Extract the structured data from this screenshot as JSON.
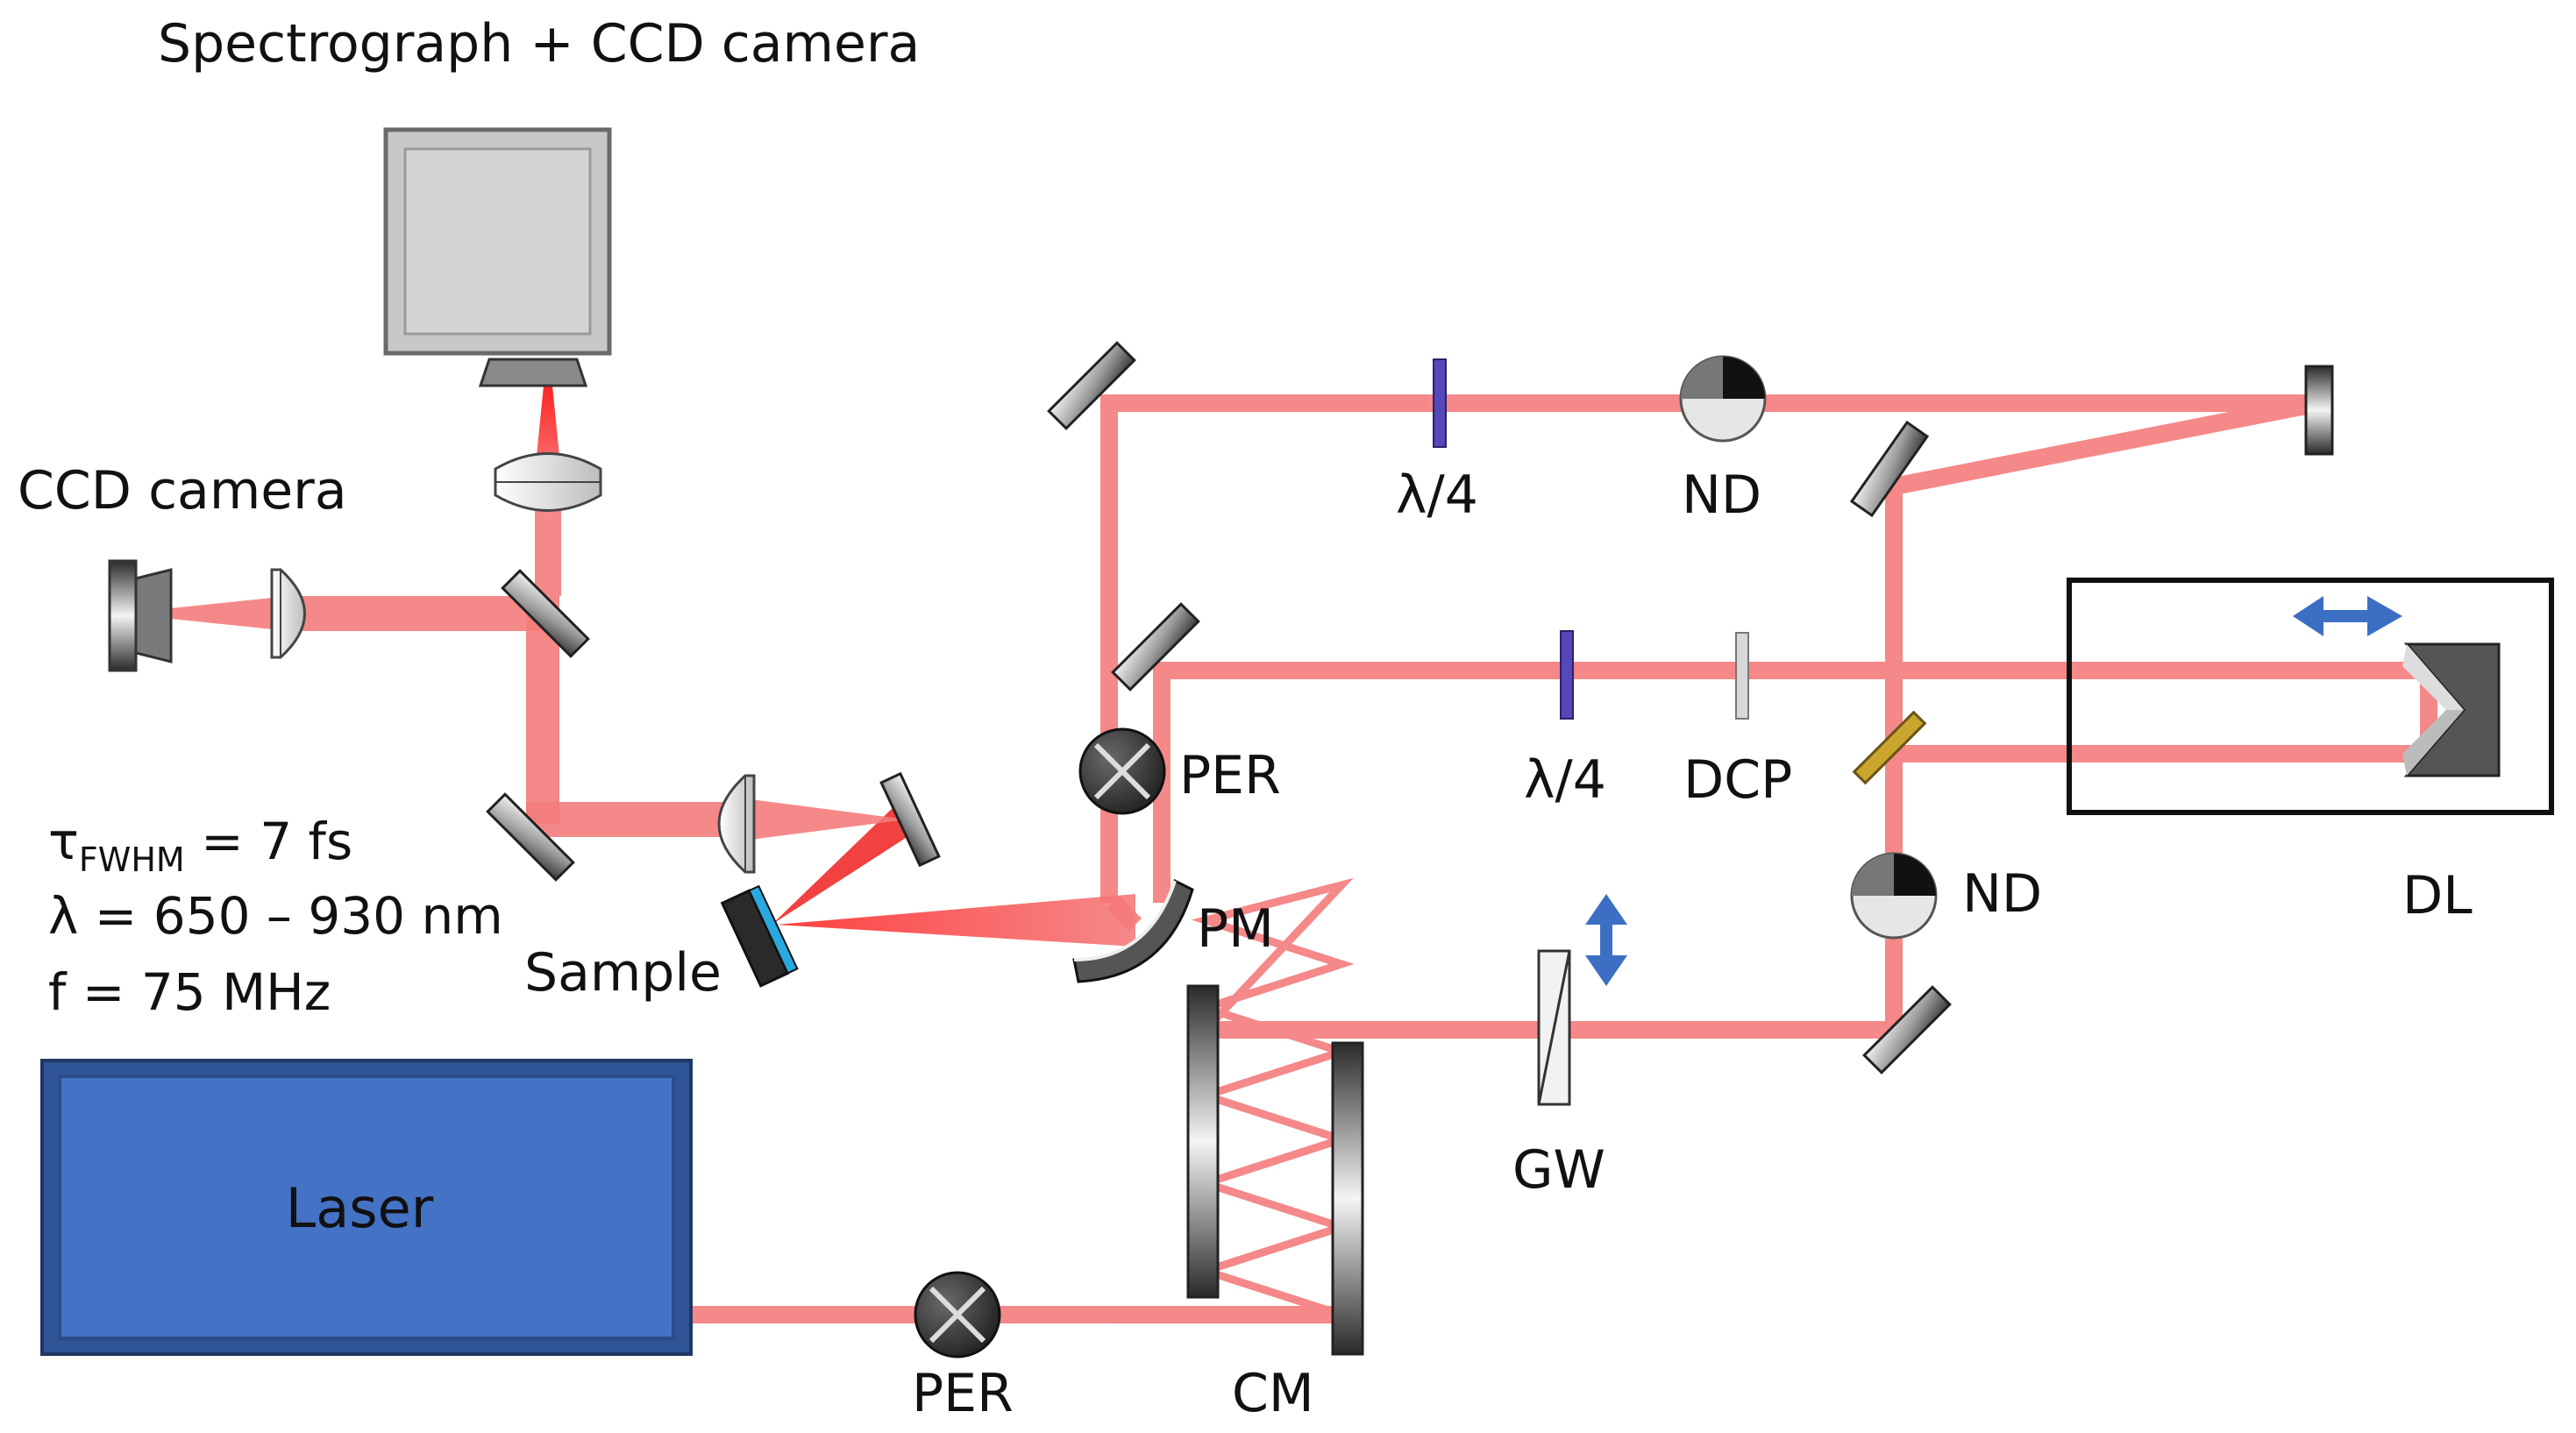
{
  "labels": {
    "spectrograph": "Spectrograph + CCD camera",
    "ccd_camera": "CCD camera",
    "sample": "Sample",
    "laser": "Laser",
    "per_top": "PER",
    "per_bottom": "PER",
    "pm": "PM",
    "cm": "CM",
    "gw": "GW",
    "qwp_top": "λ/4",
    "qwp_mid": "λ/4",
    "nd_top": "ND",
    "nd_mid": "ND",
    "dcp": "DCP",
    "dl": "DL"
  },
  "params": {
    "tau_symbol": "τ",
    "tau_sub": "FWHM",
    "tau_value": " = 7 fs",
    "lambda": "λ = 650 – 930 nm",
    "freq": "f = 75 MHz"
  },
  "colors": {
    "beam": "#f47c7c",
    "beam_focus": "#e8101a",
    "laser_box": "#4472c4",
    "laser_border": "#2f5597",
    "arrow": "#3c6fc4",
    "waveplate": "#5548b8",
    "dichroic": "#c9a52e",
    "sample_face": "#2aa8e0"
  },
  "icons": {
    "periscope": "periscope-icon",
    "nd_filter": "nd-filter-icon",
    "flat_mirror": "flat-mirror-icon",
    "lens": "lens-icon",
    "delay_line_arrow": "double-arrow-icon",
    "wedge_arrow": "double-arrow-icon"
  }
}
